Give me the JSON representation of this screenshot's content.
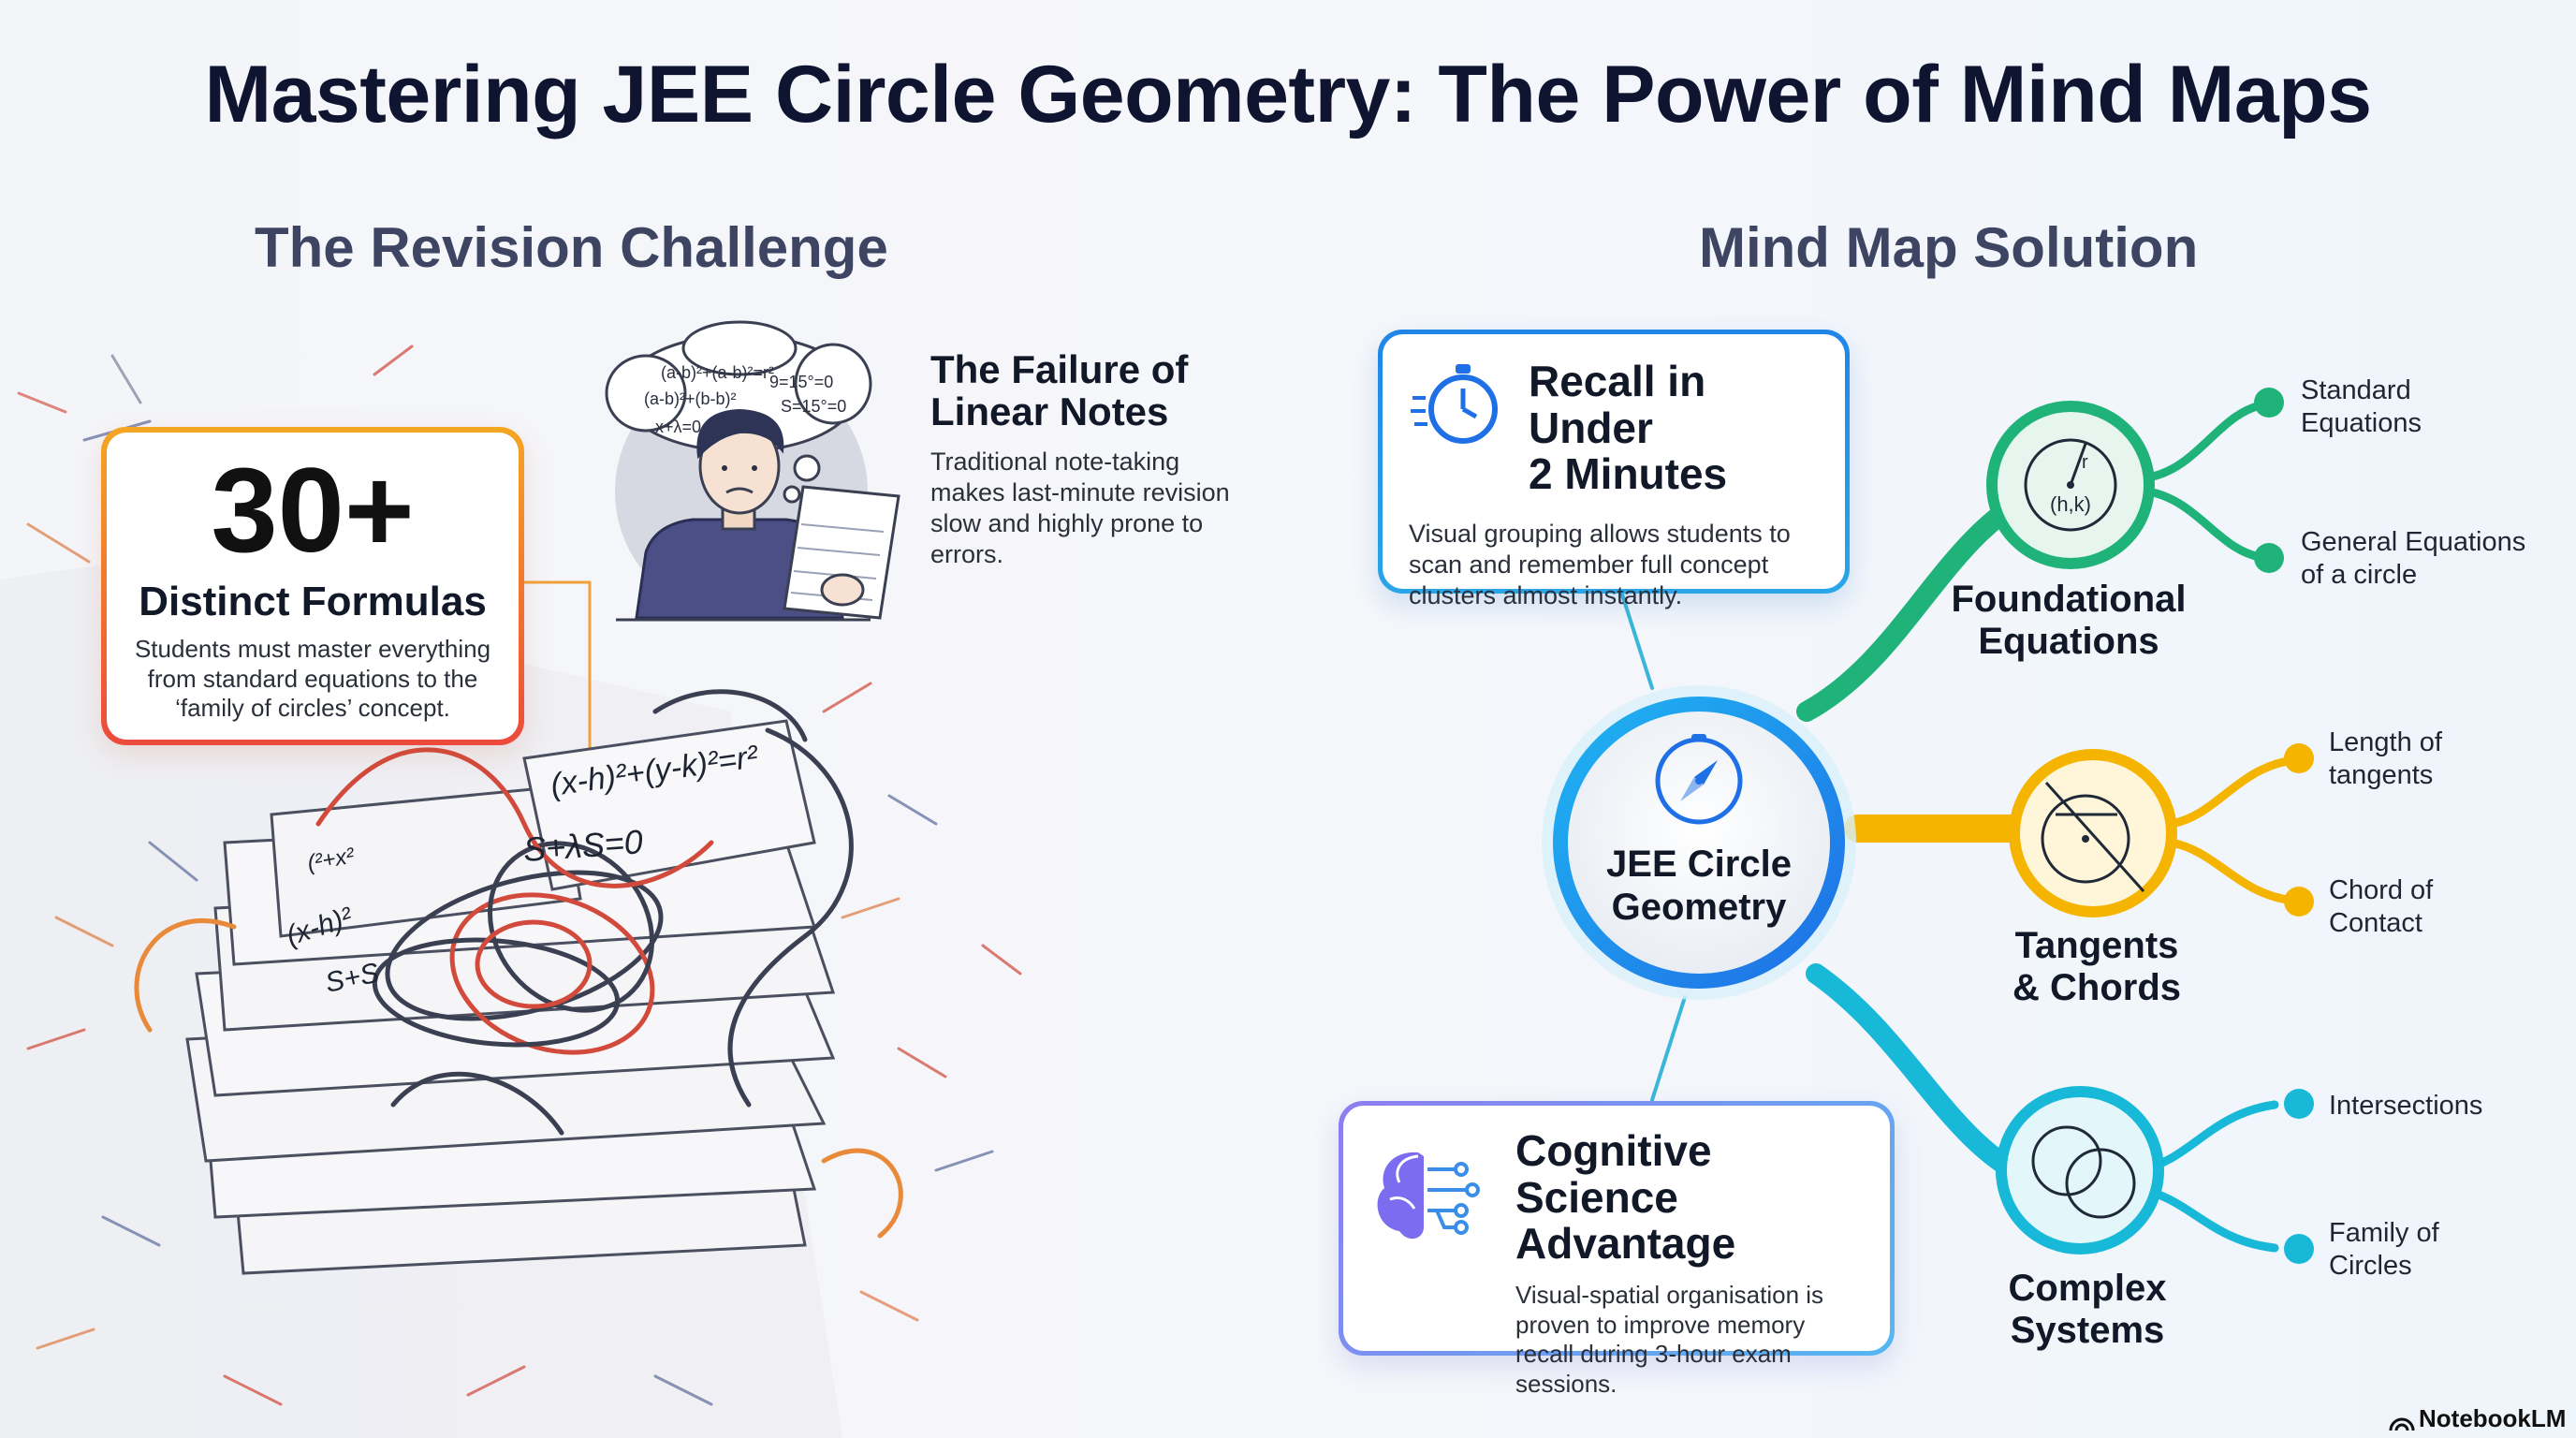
{
  "title": "Mastering JEE Circle Geometry: The Power of Mind Maps",
  "left_section": {
    "heading": "The Revision Challenge",
    "stat_card": {
      "number": "30+",
      "label": "Distinct Formulas",
      "text": "Students must master everything from standard equations to the ‘family of circles’ concept."
    },
    "failure": {
      "heading_line1": "The Failure of",
      "heading_line2": "Linear Notes",
      "text": "Traditional note-taking makes last-minute revision slow and highly prone to errors."
    },
    "thought_bubble": [
      "(a-b)²+(a-b)²=r²",
      "9=15°=0",
      "(a-b)²+(b-b)²",
      "S=15°=0",
      "x+λ=0"
    ],
    "paper_formulas": [
      "(x-h)²+(y-k)²=r²",
      "S+λS=0",
      "(x-h)²",
      "S+S",
      "(²+x²"
    ]
  },
  "right_section": {
    "heading": "Mind Map Solution",
    "recall_card": {
      "heading_line1": "Recall in Under",
      "heading_line2": "2 Minutes",
      "text": "Visual grouping allows students to scan and remember full concept clusters almost instantly."
    },
    "cognitive_card": {
      "heading_line1": "Cognitive Science",
      "heading_line2": "Advantage",
      "text": "Visual-spatial organisation is proven to improve memory recall during 3-hour exam sessions."
    },
    "center": {
      "line1": "JEE Circle",
      "line2": "Geometry"
    },
    "branches": [
      {
        "line1": "Foundational",
        "line2": "Equations",
        "color": "#1fb37a",
        "icon": "circle-center-radius-icon",
        "icon_labels": {
          "radius": "r",
          "center": "(h,k)"
        },
        "leaves": [
          {
            "line1": "Standard",
            "line2": "Equations"
          },
          {
            "line1": "General Equations",
            "line2": "of a circle"
          }
        ]
      },
      {
        "line1": "Tangents",
        "line2": "& Chords",
        "color": "#f5b400",
        "icon": "circle-tangent-icon",
        "leaves": [
          {
            "line1": "Length of",
            "line2": "tangents"
          },
          {
            "line1": "Chord of",
            "line2": "Contact"
          }
        ]
      },
      {
        "line1": "Complex",
        "line2": "Systems",
        "color": "#17b8d8",
        "icon": "intersecting-circles-icon",
        "leaves": [
          {
            "line1": "Intersections",
            "line2": ""
          },
          {
            "line1": "Family of",
            "line2": "Circles"
          }
        ]
      }
    ]
  },
  "brand": "NotebookLM",
  "colors": {
    "title": "#0f1530",
    "heading": "#3e4563",
    "center_ring": "#1ea6ee",
    "stat_border_top": "#f5a623",
    "stat_border_bottom": "#ec4a3c"
  }
}
